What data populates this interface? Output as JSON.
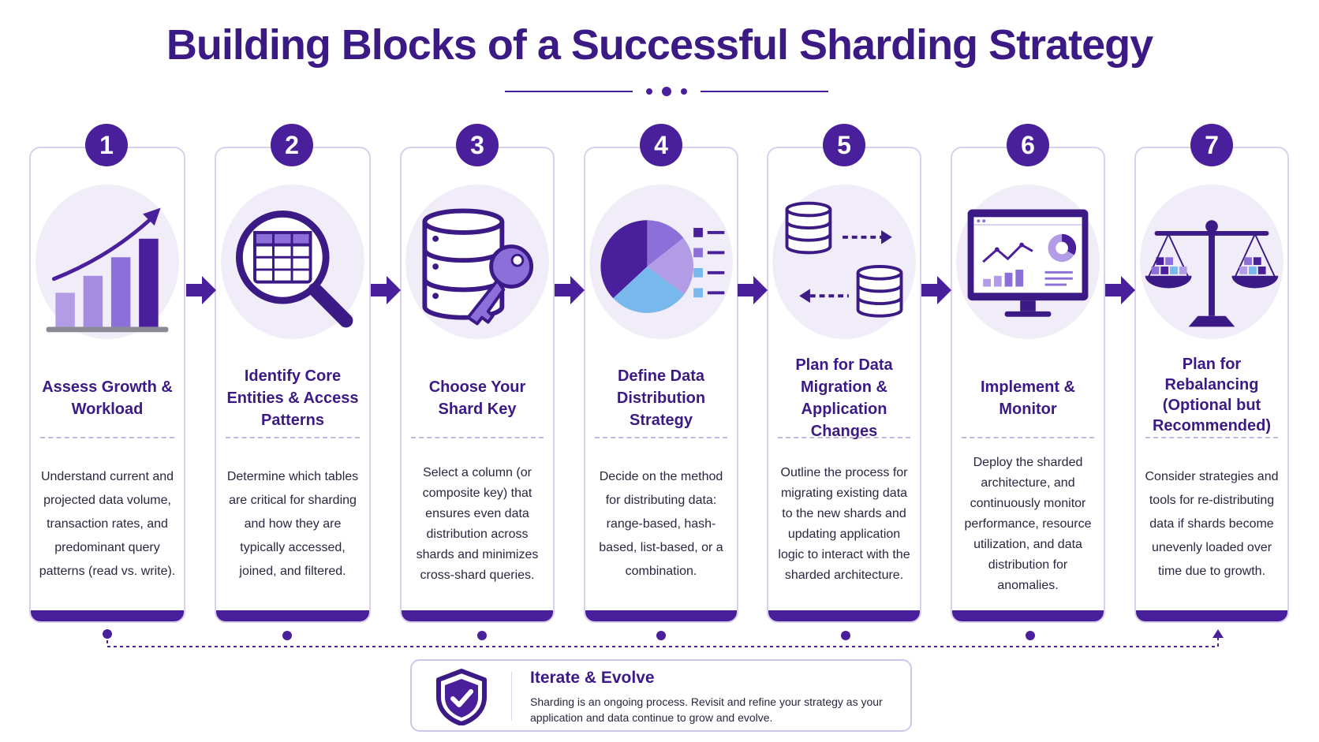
{
  "title": "Building Blocks of a Successful Sharding Strategy",
  "colors": {
    "primary": "#4a1f9c",
    "accent_mid": "#8c6fd8",
    "accent_light": "#b39ce6",
    "blue": "#78b8ec",
    "card_border": "#d9d0ee",
    "icon_bg": "#f1edf8"
  },
  "steps": [
    {
      "number": "1",
      "icon": "growth-chart-icon",
      "title": "Assess Growth & Workload",
      "description": "Understand current and projected data volume, transaction rates, and predominant query patterns (read vs. write)."
    },
    {
      "number": "2",
      "icon": "magnifier-table-icon",
      "title": "Identify Core Entities & Access Patterns",
      "description": "Determine which tables are critical for sharding and how they are typically accessed, joined, and filtered."
    },
    {
      "number": "3",
      "icon": "database-key-icon",
      "title": "Choose Your Shard Key",
      "description": "Select a column (or composite key) that ensures even data distribution across shards and minimizes cross-shard queries."
    },
    {
      "number": "4",
      "icon": "pie-chart-icon",
      "title": "Define Data Distribution Strategy",
      "description": "Decide on the method for distributing data: range-based, hash-based, list-based, or a combination."
    },
    {
      "number": "5",
      "icon": "database-migration-icon",
      "title": "Plan for Data Migration & Application Changes",
      "description": "Outline the process for migrating existing data to the new shards and updating application logic to interact with the sharded architecture."
    },
    {
      "number": "6",
      "icon": "monitor-dashboard-icon",
      "title": "Implement & Monitor",
      "description": "Deploy the sharded architecture, and continuously monitor performance, resource utilization, and data distribution for anomalies."
    },
    {
      "number": "7",
      "icon": "balance-scale-icon",
      "title": "Plan for Rebalancing (Optional but Recommended)",
      "description": "Consider strategies and tools for re-distributing data if shards become unevenly loaded over time due to growth."
    }
  ],
  "iterate": {
    "icon": "shield-check-icon",
    "title": "Iterate & Evolve",
    "text": "Sharding is an ongoing process. Revisit and refine your strategy as your application and data continue to grow and evolve."
  }
}
